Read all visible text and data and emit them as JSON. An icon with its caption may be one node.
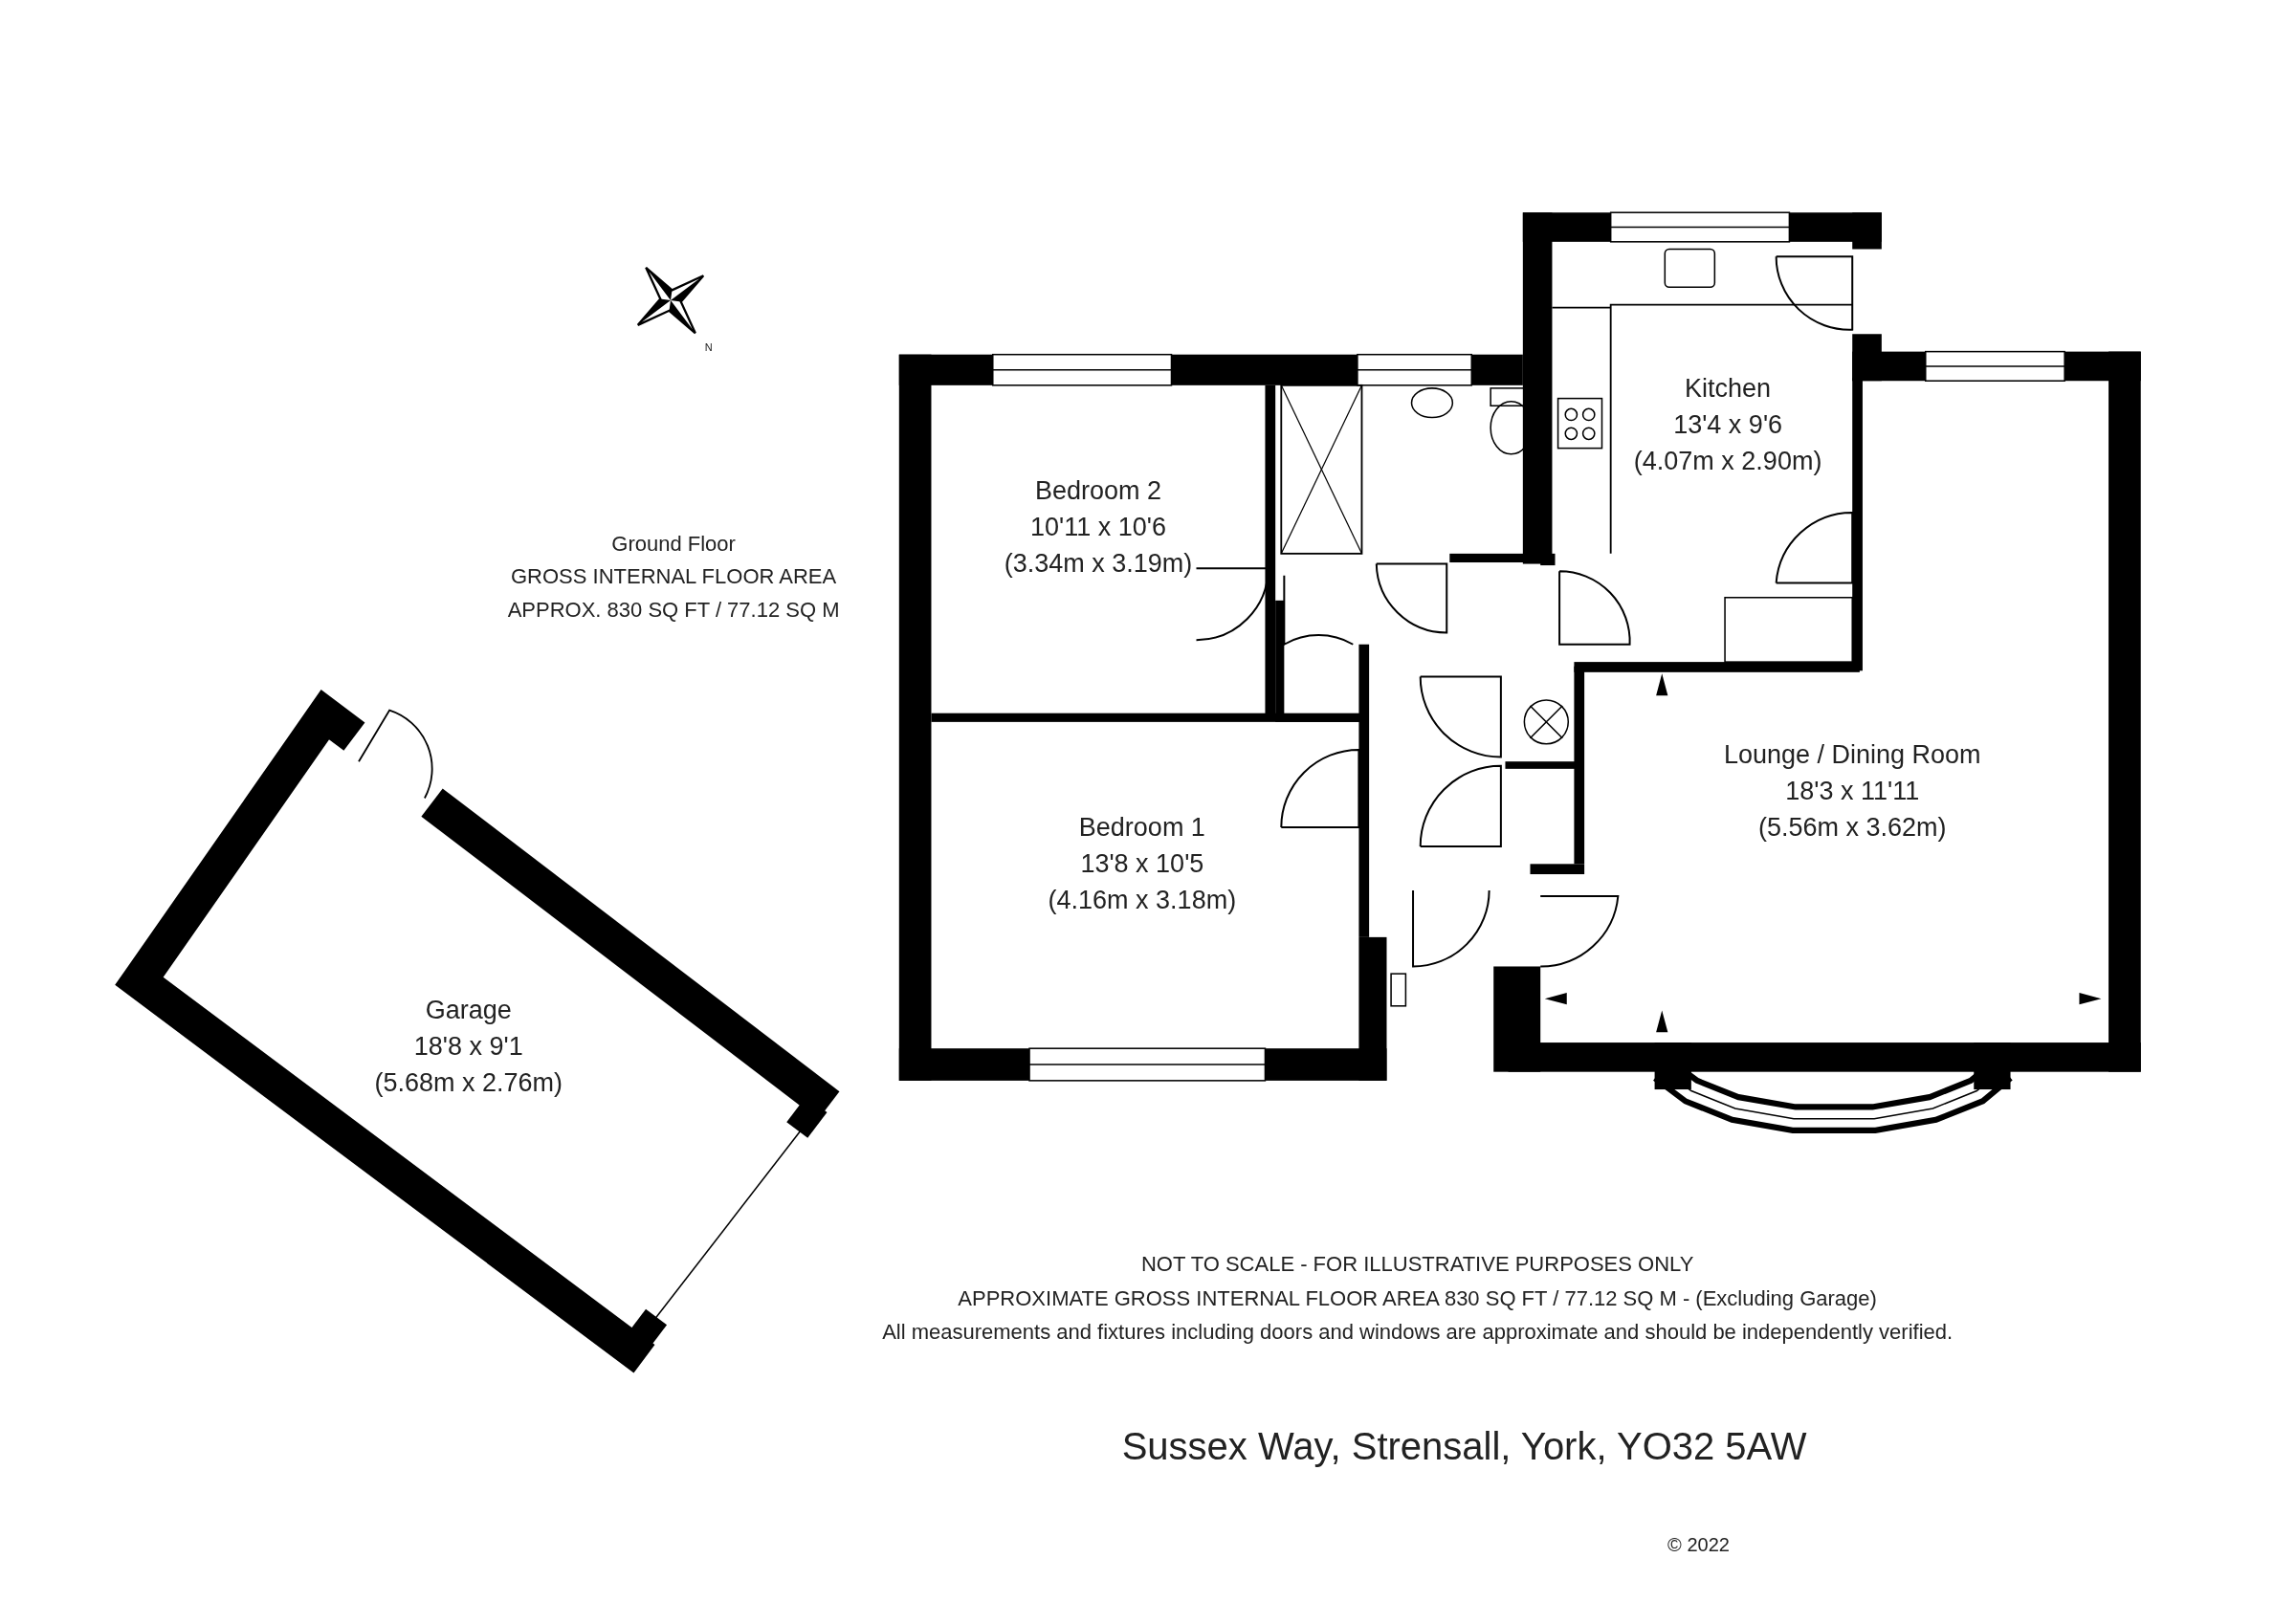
{
  "diagram": {
    "nodes": [
      {
        "text": [
          "Bedroom 2",
          "10'11 x 10'6",
          "(3.34m x 3.19m)"
        ]
      },
      {
        "text": [
          "Kitchen",
          "13'4 x 9'6",
          "(4.07m x 2.90m)"
        ]
      },
      {
        "text": [
          "Lounge / Dining Room",
          "18'3 x 11'11",
          "(5.56m x 3.62m)"
        ]
      },
      {
        "text": [
          "Bedroom 1",
          "13'8 x 10'5",
          "(4.16m x 3.18m)"
        ]
      },
      {
        "text": [
          "Garage",
          "18'8 x 9'1",
          "(5.68m x 2.76m)"
        ]
      }
    ],
    "labels": [
      "Ground Floor",
      "GROSS INTERNAL FLOOR AREA",
      "APPROX. 830 SQ FT / 77.12 SQ M",
      "N",
      "NOT TO SCALE - FOR ILLUSTRATIVE PURPOSES ONLY",
      "APPROXIMATE GROSS INTERNAL FLOOR AREA 830 SQ FT / 77.12 SQ M - (Excluding Garage)",
      "All measurements and fixtures including doors and windows are approximate and should be independently verified.",
      "Sussex Way, Strensall, York, YO32 5AW",
      "© 2022"
    ]
  }
}
